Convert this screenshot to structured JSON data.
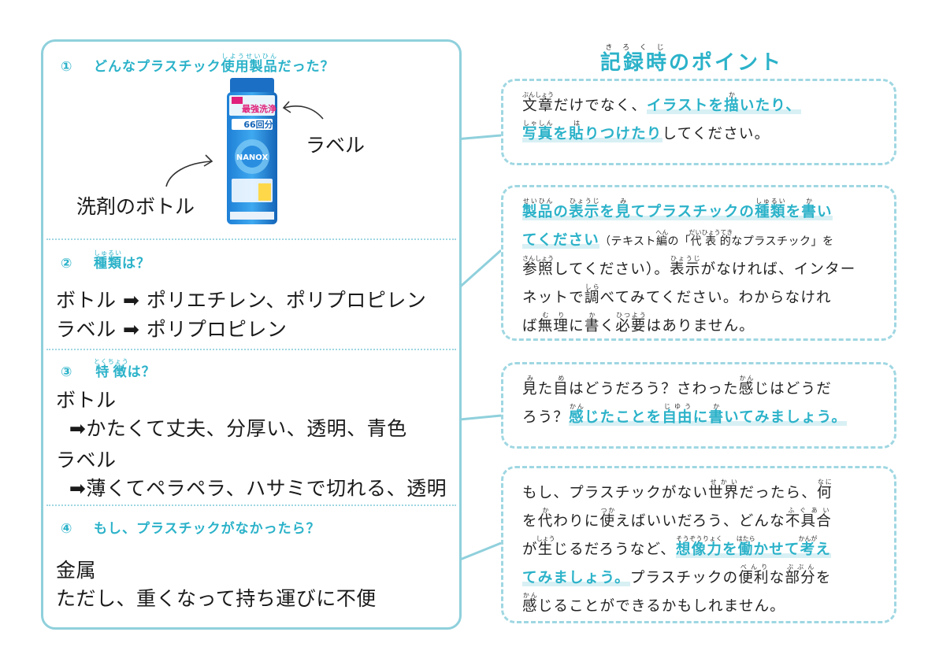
{
  "left": {
    "q1": {
      "num": "①",
      "pre": "どんなプラスチック",
      "ruby_base": "使用製品",
      "ruby_text": "しようせいひん",
      "post": "だった？"
    },
    "q1_labels": {
      "label": "ラベル",
      "bottle": "洗剤のボトル"
    },
    "product": {
      "brand": "NANOX",
      "badge": "最強洗浄",
      "count": "66",
      "unit": "回分"
    },
    "q2": {
      "num": "②",
      "ruby_base": "種類",
      "ruby_text": "しゅるい",
      "post": "は？"
    },
    "q2_lines": [
      "ボトル ➡ ポリエチレン、ポリプロピレン",
      "ラベル ➡ ポリプロピレン"
    ],
    "q3": {
      "num": "③",
      "ruby_base": "特徴",
      "ruby_text": "とくちょう",
      "post": "は？"
    },
    "q3_lines": [
      "ボトル",
      "  ➡かたくて丈夫、分厚い、透明、青色",
      "ラベル",
      "  ➡薄くてペラペラ、ハサミで切れる、透明"
    ],
    "q4": {
      "num": "④",
      "text": "もし、プラスチックがなかったら？"
    },
    "q4_lines": [
      "金属",
      "ただし、重くなって持ち運びに不便"
    ]
  },
  "right": {
    "title_base": "記録時",
    "title_ruby": "きろくじ",
    "title_post": "のポイント",
    "tip1": {
      "r1_base": "文章",
      "r1_text": "ぶんしょう",
      "t1": "だけでなく、",
      "h1": "イラストを",
      "r2_base": "描",
      "r2_text": "か",
      "h1b": "いたり、",
      "r3_base": "写真",
      "r3_text": "しゃしん",
      "h2": "を",
      "r4_base": "貼",
      "r4_text": "は",
      "h2b": "りつけたり",
      "t2": "してください。"
    },
    "tip2": {
      "r1_base": "製品",
      "r1_text": "せいひん",
      "h1": "の",
      "r2_base": "表示",
      "r2_text": "ひょうじ",
      "h1b": "を",
      "r3_base": "見",
      "r3_text": "み",
      "h1c": "てプラスチックの",
      "r4_base": "種類",
      "r4_text": "しゅるい",
      "h1d": "を",
      "r5_base": "書",
      "r5_text": "か",
      "h1e": "い",
      "h2": "てください",
      "s1": "（テキスト",
      "r6_base": "編",
      "r6_text": "へん",
      "s2": "の「",
      "r7_base": "代表的",
      "r7_text": "だいひょうてき",
      "s3": "なプラスチック」を",
      "r8_base": "参照",
      "r8_text": "さんしょう",
      "t1": "してください）。",
      "r9_base": "表示",
      "r9_text": "ひょうじ",
      "t2": "がなければ、インター",
      "t3": "ネットで",
      "r10_base": "調",
      "r10_text": "しら",
      "t4": "べてみてください。わからなけれ",
      "t5": "ば",
      "r11_base": "無理",
      "r11_text": "むり",
      "t6": "に",
      "r12_base": "書",
      "r12_text": "か",
      "t7": "く",
      "r13_base": "必要",
      "r13_text": "ひつよう",
      "t8": "はありません。"
    },
    "tip3": {
      "r1_base": "見",
      "r1_text": "み",
      "t1": "た",
      "r2_base": "目",
      "r2_text": "め",
      "t2": "はどうだろう？さわった",
      "r3_base": "感",
      "r3_text": "かん",
      "t3": "じはどうだ",
      "t4": "ろう？",
      "r4_base": "感",
      "r4_text": "かん",
      "h1": "じたことを",
      "r5_base": "自由",
      "r5_text": "じゆう",
      "h2": "に",
      "r6_base": "書",
      "r6_text": "か",
      "h3": "いてみましょう。"
    },
    "tip4": {
      "t1": "もし、プラスチックがない",
      "r1_base": "世界",
      "r1_text": "せかい",
      "t2": "だったら、",
      "r2_base": "何",
      "r2_text": "なに",
      "t3": "を",
      "r3_base": "代",
      "r3_text": "か",
      "t4": "わりに",
      "r4_base": "使",
      "r4_text": "つか",
      "t5": "えばいいだろう、どんな",
      "r5_base": "不具合",
      "r5_text": "ふぐあい",
      "t6": "が",
      "r6_base": "生",
      "r6_text": "しょう",
      "t7": "じるだろうなど、",
      "r7_base": "想像力",
      "r7_text": "そうぞうりょく",
      "h1": "を",
      "r8_base": "働",
      "r8_text": "はたら",
      "h2": "かせて",
      "r9_base": "考",
      "r9_text": "かんが",
      "h3": "え",
      "h4": "てみましょう。",
      "t8": "プラスチックの",
      "r10_base": "便利",
      "r10_text": "べんり",
      "t9": "な",
      "r11_base": "部分",
      "r11_text": "ぶぶん",
      "t10": "を",
      "r12_base": "感",
      "r12_text": "かん",
      "t11": "じることができるかもしれません。"
    }
  },
  "colors": {
    "accent": "#2bb2c9",
    "border": "#8fd0dc",
    "highlight": "#d8f0f4"
  }
}
